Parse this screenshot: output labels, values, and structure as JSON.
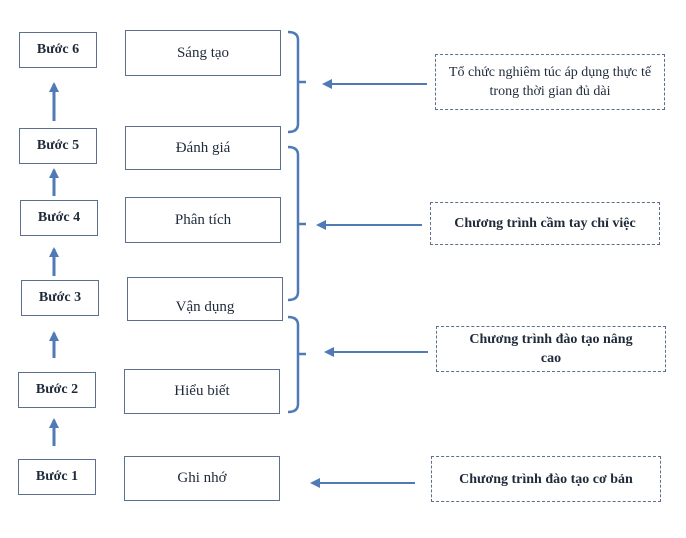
{
  "steps": [
    {
      "label": "Bước 1"
    },
    {
      "label": "Bước 2"
    },
    {
      "label": "Bước 3"
    },
    {
      "label": "Bước 4"
    },
    {
      "label": "Bước 5"
    },
    {
      "label": "Bước 6"
    }
  ],
  "stages": [
    {
      "label": "Ghi nhớ"
    },
    {
      "label": "Hiểu biết"
    },
    {
      "label": "Vận dụng"
    },
    {
      "label": "Phân tích"
    },
    {
      "label": "Đánh giá"
    },
    {
      "label": "Sáng tạo"
    }
  ],
  "notes": [
    {
      "text": "Tổ chức nghiêm túc áp dụng thực tế trong thời gian đủ dài"
    },
    {
      "text": "Chương trình cầm tay chỉ việc"
    },
    {
      "text": "Chương trình đào tạo nâng cao"
    },
    {
      "text": "Chương trình đào tạo cơ bản"
    }
  ],
  "colors": {
    "line": "#4f7ab5",
    "border": "#5b6f8e"
  }
}
